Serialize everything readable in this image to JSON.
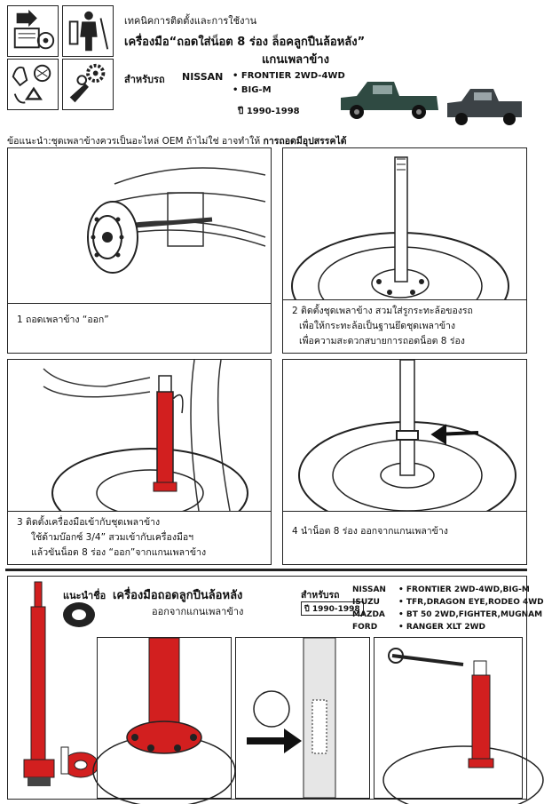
{
  "header": {
    "line1": "เทคนิคการติดตั้งและการใช้งาน",
    "line2_prefix": "เครื่องมือ",
    "line2_quote": "“ถอดใส่น็อต 8 ร่อง ล็อคลูกปืนล้อหลัง”",
    "line3": "แกนเพลาข้าง",
    "for_label": "สำหรับรถ",
    "brand": "NISSAN",
    "models": [
      "• FRONTIER 2WD-4WD",
      "• BIG-M"
    ],
    "year": "ปี 1990-1998"
  },
  "advice": {
    "prefix": "ข้อแนะนำ:ชุดเพลาข้างควรเป็นอะไหล่ OEM ถ้าไม่ใช่ อาจทำให้ ",
    "emphasis": "การถอดมีอุปสรรคได้"
  },
  "steps": [
    {
      "lines": [
        "1 ถอดเพลาข้าง “ออก”"
      ]
    },
    {
      "lines": [
        "2 ติดตั้งชุดเพลาข้าง สวมใส่รูกระทะล้อของรถ",
        "เพื่อให้กระทะล้อเป็นฐานยึดชุดเพลาข้าง",
        "เพื่อความสะดวกสบายการถอดน็อต 8 ร่อง"
      ]
    },
    {
      "lines": [
        "3 ติดตั้งเครื่องมือเข้ากับชุดเพลาข้าง",
        "ใช้ด้ามบ๊อกซ์ 3/4” สวมเข้ากับเครื่องมือฯ",
        "แล้วขันน็อต 8 ร่อง  “ออก”จากแกนเพลาข้าง"
      ]
    },
    {
      "lines": [
        "4 นำน็อต 8 ร่อง ออกจากแกนเพลาข้าง"
      ]
    }
  ],
  "recommend": {
    "prefix": "แนะนำชื่อ",
    "tool_name": "เครื่องมือถอดลูกปืนล้อหลัง",
    "subtitle": "ออกจากแกนเพลาข้าง",
    "for_label": "สำหรับรถ",
    "year": "ปี 1990-1998",
    "vehicles": [
      {
        "brand": "NISSAN",
        "models": "• FRONTIER 2WD-4WD,BIG-M"
      },
      {
        "brand": "ISUZU",
        "models": "• TFR,DRAGON EYE,RODEO 4WD"
      },
      {
        "brand": "MAZDA",
        "models": "• BT 50 2WD,FIGHTER,MUGNAM"
      },
      {
        "brand": "FORD",
        "models": "• RANGER XLT 2WD"
      }
    ]
  },
  "colors": {
    "tool_red": "#d21f1f",
    "line": "#222222"
  },
  "icons": [
    "reading-manual-icon",
    "safety-worker-icon",
    "gloves-recycle-icon",
    "gear-wrench-icon"
  ]
}
